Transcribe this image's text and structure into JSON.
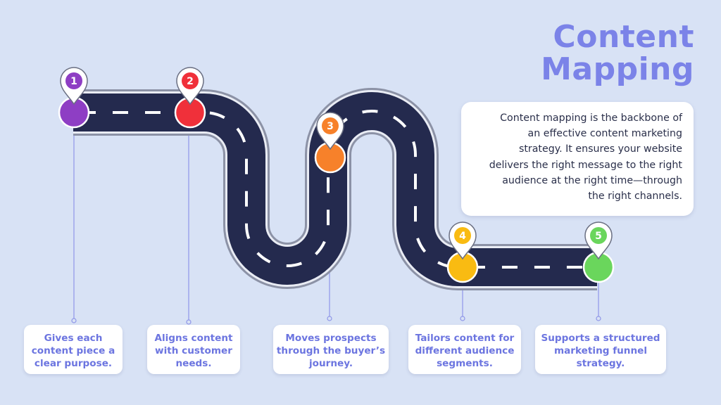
{
  "title": [
    "Content",
    "Mapping"
  ],
  "description": [
    "Content mapping is the backbone of",
    "an effective content marketing",
    "strategy. It ensures your website",
    "delivers the right message to the right",
    "audience at the right time—through",
    "the right channels."
  ],
  "steps": [
    {
      "number": "1",
      "color": "#8e3ec4",
      "caption": [
        "Gives each",
        "content piece a",
        "clear purpose."
      ]
    },
    {
      "number": "2",
      "color": "#f0303a",
      "caption": [
        "Aligns content",
        "with customer",
        "needs."
      ]
    },
    {
      "number": "3",
      "color": "#f7812a",
      "caption": [
        "Moves prospects",
        "through the buyer’s",
        "journey."
      ]
    },
    {
      "number": "4",
      "color": "#f9bb12",
      "caption": [
        "Tailors content for",
        "different audience",
        "segments."
      ]
    },
    {
      "number": "5",
      "color": "#6ad65c",
      "caption": [
        "Supports a structured",
        "marketing funnel",
        "strategy."
      ]
    }
  ],
  "colors": {
    "road": "#242a4e",
    "road_edge": "#9aa0b2",
    "title": "#7b83e8",
    "caption_text": "#6c75e0"
  }
}
